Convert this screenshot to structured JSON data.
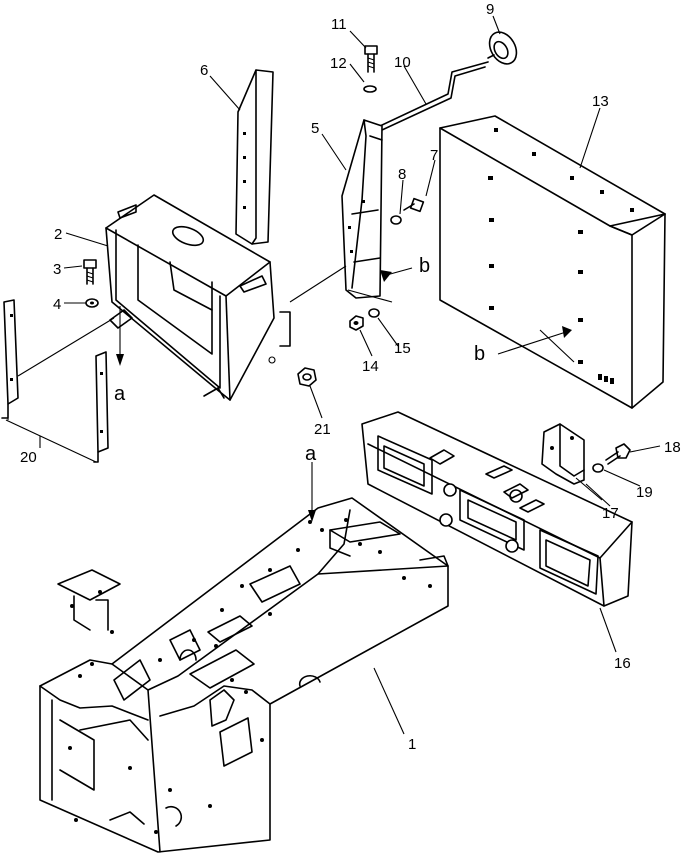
{
  "callouts": [
    {
      "id": "c1",
      "text": "1"
    },
    {
      "id": "c2",
      "text": "2"
    },
    {
      "id": "c3",
      "text": "3"
    },
    {
      "id": "c4",
      "text": "4"
    },
    {
      "id": "c5",
      "text": "5"
    },
    {
      "id": "c6",
      "text": "6"
    },
    {
      "id": "c7",
      "text": "7"
    },
    {
      "id": "c8",
      "text": "8"
    },
    {
      "id": "c9",
      "text": "9"
    },
    {
      "id": "c10",
      "text": "10"
    },
    {
      "id": "c11",
      "text": "11"
    },
    {
      "id": "c12",
      "text": "12"
    },
    {
      "id": "c13",
      "text": "13"
    },
    {
      "id": "c14",
      "text": "14"
    },
    {
      "id": "c15",
      "text": "15"
    },
    {
      "id": "c16",
      "text": "16"
    },
    {
      "id": "c17",
      "text": "17"
    },
    {
      "id": "c18",
      "text": "18"
    },
    {
      "id": "c19",
      "text": "19"
    },
    {
      "id": "c20",
      "text": "20"
    },
    {
      "id": "c21",
      "text": "21"
    }
  ],
  "refs": {
    "a_upper": "a",
    "a_lower": "a",
    "b_upper": "b",
    "b_lower": "b"
  }
}
